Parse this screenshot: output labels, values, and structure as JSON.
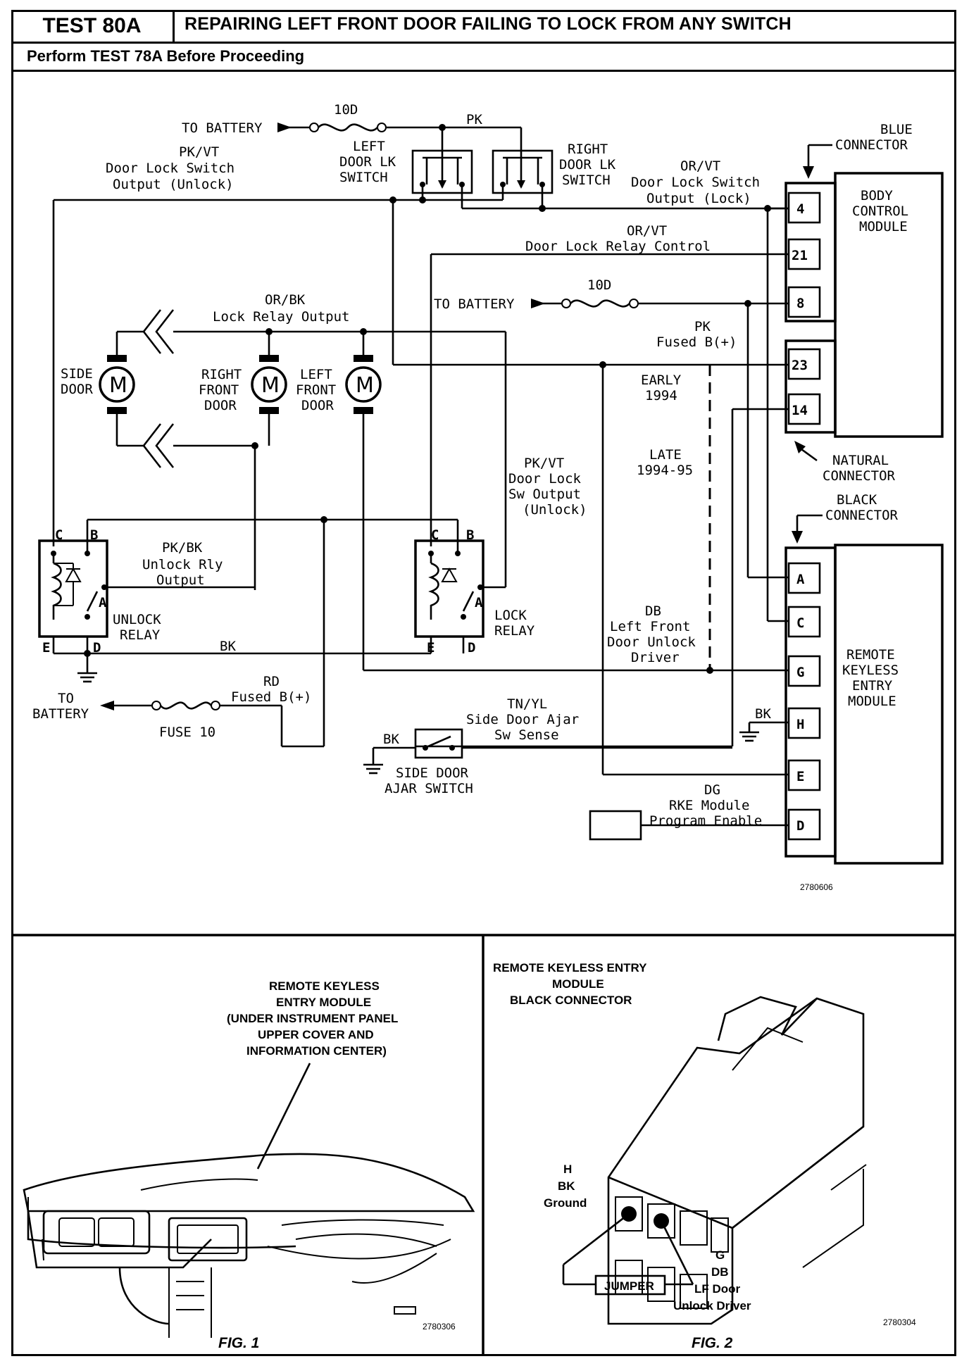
{
  "header": {
    "test_id": "TEST 80A",
    "title": "REPAIRING LEFT FRONT DOOR FAILING TO LOCK FROM ANY SWITCH",
    "subtitle": "Perform TEST 78A Before Proceeding"
  },
  "diagram": {
    "battery_top": "TO BATTERY",
    "fuse_top": "10D",
    "wire_pk_top": "PK",
    "left_switch": [
      "LEFT",
      "DOOR LK",
      "SWITCH"
    ],
    "right_switch": [
      "RIGHT",
      "DOOR LK",
      "SWITCH"
    ],
    "pkvt_unlock": [
      "PK/VT",
      "Door Lock Switch",
      "Output (Unlock)"
    ],
    "orvt_lock": [
      "OR/VT",
      "Door Lock Switch",
      "Output (Lock)"
    ],
    "blue_connector": [
      "BLUE",
      "CONNECTOR"
    ],
    "bcm": [
      "BODY",
      "CONTROL",
      "MODULE"
    ],
    "bcm_pins": [
      "4",
      "21",
      "8",
      "23",
      "14"
    ],
    "relay_control": [
      "OR/VT",
      "Door Lock Relay Control"
    ],
    "battery_mid": "TO BATTERY",
    "fuse_mid": "10D",
    "pk_fused": [
      "PK",
      "Fused B(+)"
    ],
    "lock_relay_output": [
      "OR/BK",
      "Lock Relay Output"
    ],
    "side_door": [
      "SIDE",
      "DOOR"
    ],
    "right_front_door": [
      "RIGHT",
      "FRONT",
      "DOOR"
    ],
    "left_front_door": [
      "LEFT",
      "FRONT",
      "DOOR"
    ],
    "motor_symbol": "M",
    "early": [
      "EARLY",
      "1994"
    ],
    "late": [
      "LATE",
      "1994-95"
    ],
    "natural_connector": [
      "NATURAL",
      "CONNECTOR"
    ],
    "black_connector": [
      "BLACK",
      "CONNECTOR"
    ],
    "pkvt_sw_output": [
      "PK/VT",
      "Door Lock",
      "Sw Output",
      "(Unlock)"
    ],
    "pkbk_unlock": [
      "PK/BK",
      "Unlock Rly",
      "Output"
    ],
    "unlock_relay": [
      "UNLOCK",
      "RELAY"
    ],
    "lock_relay": [
      "LOCK",
      "RELAY"
    ],
    "relay_terminals": [
      "C",
      "B",
      "A",
      "E",
      "D"
    ],
    "bk_wire": "BK",
    "db_driver": [
      "DB",
      "Left Front",
      "Door Unlock",
      "Driver"
    ],
    "rke": [
      "REMOTE",
      "KEYLESS",
      "ENTRY",
      "MODULE"
    ],
    "rke_pins": [
      "A",
      "C",
      "G",
      "H",
      "E",
      "D"
    ],
    "rd_fused": [
      "RD",
      "Fused B(+)"
    ],
    "battery_bottom": [
      "TO",
      "BATTERY"
    ],
    "fuse10": "FUSE 10",
    "tnyl": [
      "TN/YL",
      "Side Door Ajar",
      "Sw Sense"
    ],
    "bk_switch": "BK",
    "bk_ground": "BK",
    "side_door_ajar": [
      "SIDE DOOR",
      "AJAR SWITCH"
    ],
    "dg_program": [
      "DG",
      "RKE Module",
      "Program Enable"
    ],
    "ref_main": "2780606"
  },
  "fig1": {
    "callout": [
      "REMOTE KEYLESS",
      "ENTRY MODULE",
      "(UNDER INSTRUMENT PANEL",
      "UPPER COVER AND",
      "INFORMATION CENTER)"
    ],
    "ref": "2780306",
    "caption": "FIG. 1"
  },
  "fig2": {
    "title": [
      "REMOTE KEYLESS ENTRY",
      "MODULE",
      "BLACK CONNECTOR"
    ],
    "left_pin": [
      "H",
      "BK",
      "Ground"
    ],
    "right_pin": [
      "G",
      "DB",
      "LF Door",
      "Unlock Driver"
    ],
    "jumper": "JUMPER",
    "ref": "2780304",
    "caption": "FIG. 2"
  }
}
